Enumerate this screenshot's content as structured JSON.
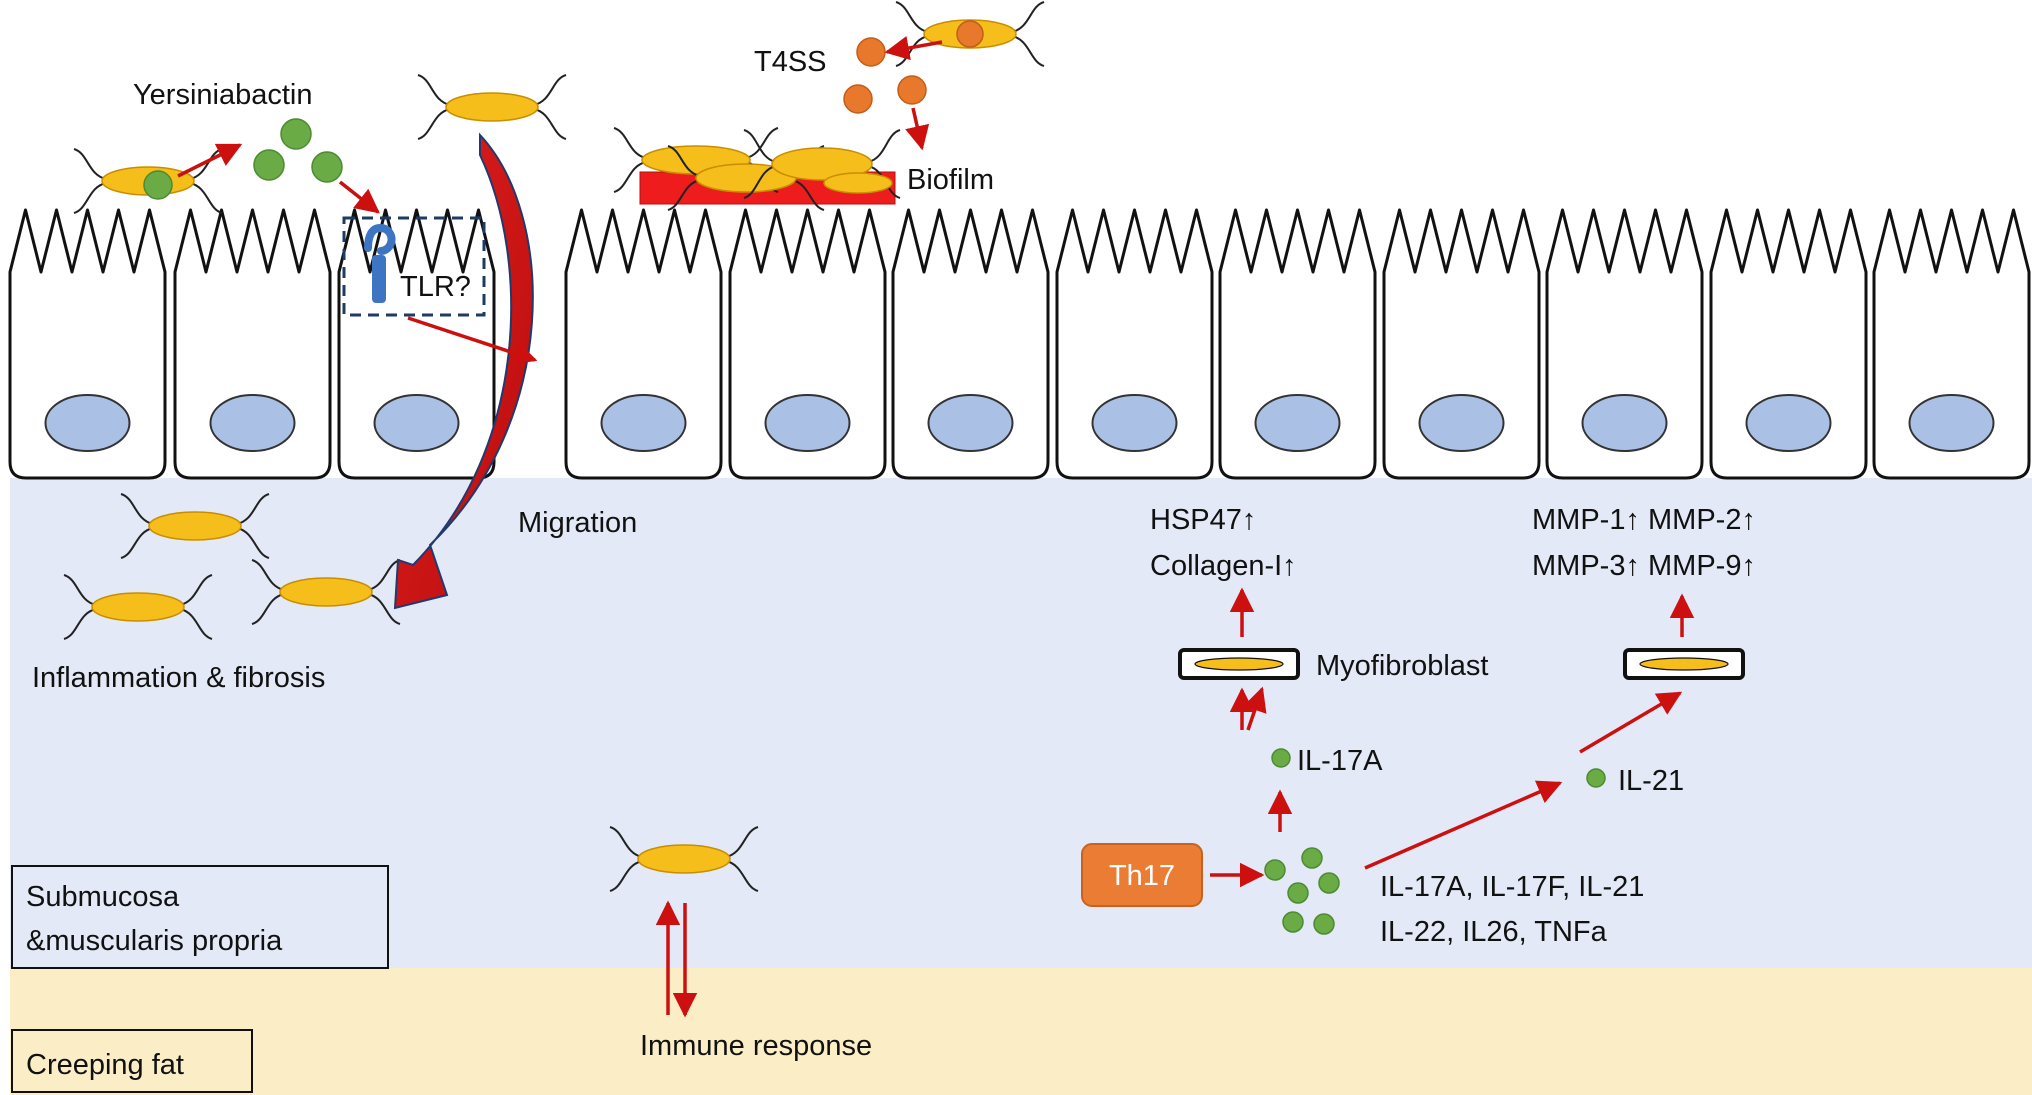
{
  "labels": {
    "yersiniabactin": "Yersiniabactin",
    "t4ss": "T4SS",
    "biofilm": "Biofilm",
    "tlr": "TLR?",
    "migration": "Migration",
    "inflammation": "Inflammation & fibrosis",
    "hsp47": "HSP47↑",
    "collagen": "Collagen-I↑",
    "mmp_row1": "MMP-1↑ MMP-2↑",
    "mmp_row2": "MMP-3↑ MMP-9↑",
    "myofibroblast": "Myofibroblast",
    "il17a": "IL-17A",
    "il21": "IL-21",
    "th17": "Th17",
    "cytokines_row1": "IL-17A, IL-17F, IL-21",
    "cytokines_row2": "IL-22, IL26, TNFa",
    "submucosa_row1": "Submucosa",
    "submucosa_row2": "&muscularis propria",
    "immune_response": "Immune response",
    "creeping_fat": "Creeping fat"
  },
  "colors": {
    "submucosa_bg": "#e3e9f6",
    "creeping_fat_bg": "#fbeec7",
    "bacteria": "#f5be1a",
    "molecule": "#6aab45",
    "t4ss_effector": "#e8792c",
    "biofilm": "#ee1c1c",
    "nucleus": "#aac0e4",
    "th17": "#ea7d33",
    "arrow": "#cc1010",
    "tlr": "#3d75c2"
  },
  "icons": {
    "bacterium": "rod-bacterium-icon",
    "cell": "epithelial-cell-icon",
    "nucleus": "nucleus-icon",
    "molecule": "molecule-dot-icon",
    "receptor": "tlr-receptor-icon",
    "migration": "curved-arrow-icon"
  }
}
